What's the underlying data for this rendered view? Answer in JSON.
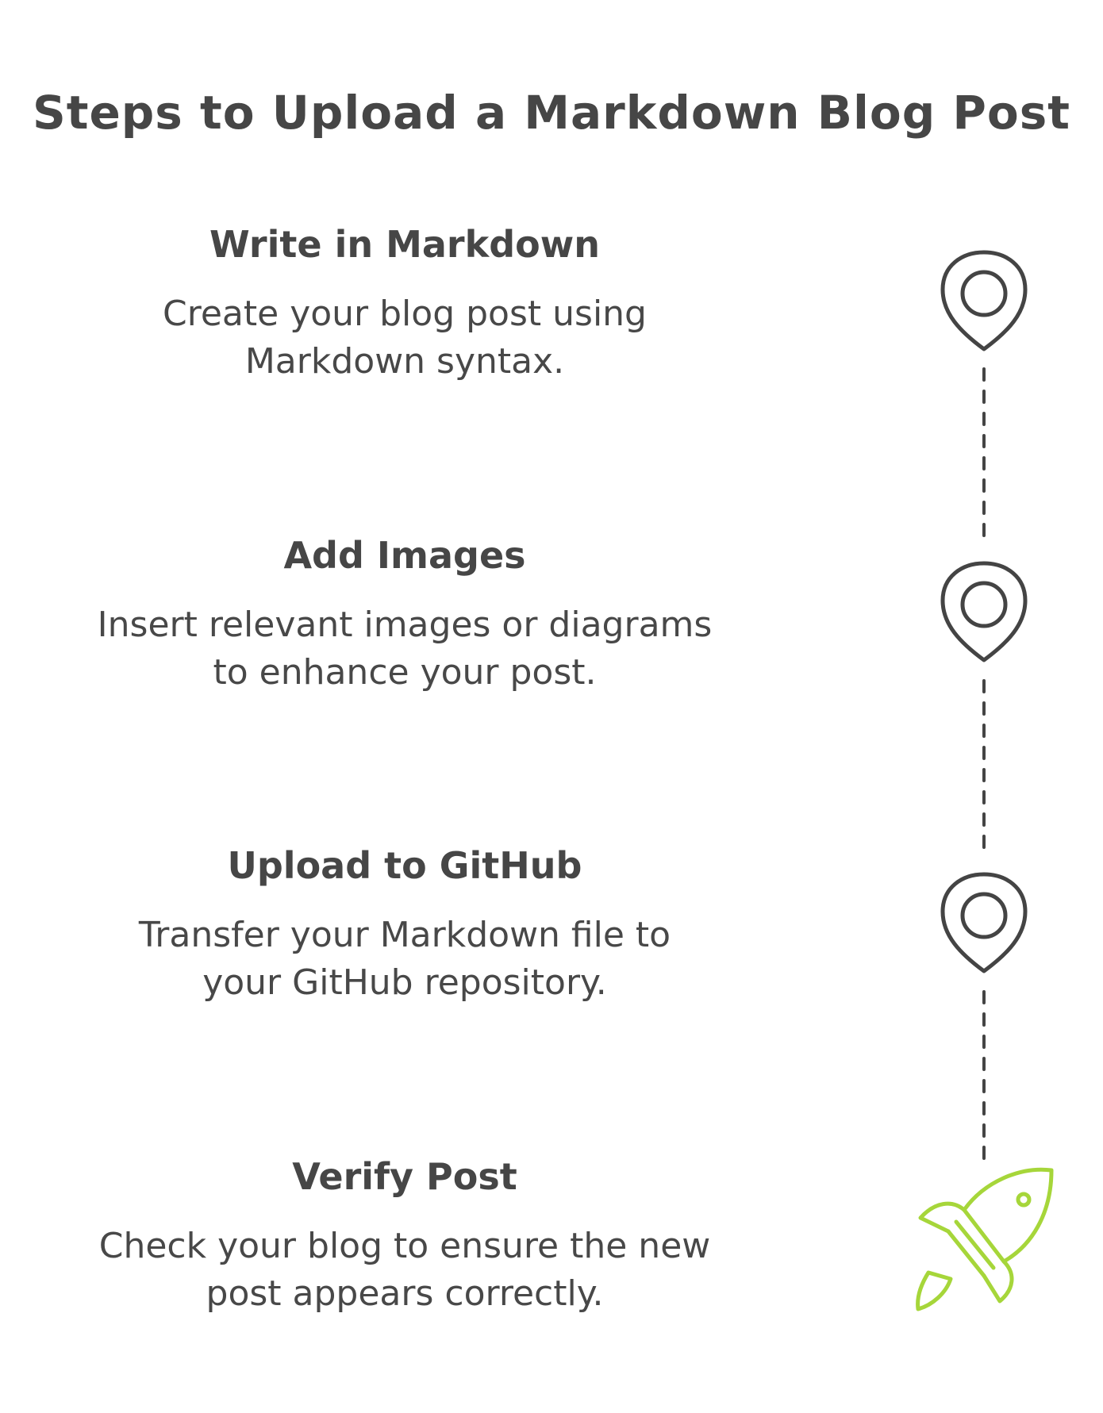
{
  "title": "Steps to Upload a Markdown Blog Post",
  "steps": [
    {
      "heading": "Write in Markdown",
      "description_line1": "Create your blog post using",
      "description_line2": "Markdown syntax.",
      "icon": "map-pin-icon"
    },
    {
      "heading": "Add Images",
      "description_line1": "Insert relevant images or diagrams",
      "description_line2": "to enhance your post.",
      "icon": "map-pin-icon"
    },
    {
      "heading": "Upload to GitHub",
      "description_line1": "Transfer your Markdown file to",
      "description_line2": "your GitHub repository.",
      "icon": "map-pin-icon"
    },
    {
      "heading": "Verify Post",
      "description_line1": "Check your blog to ensure the new",
      "description_line2": "post appears correctly.",
      "icon": "rocket-icon"
    }
  ],
  "colors": {
    "text": "#464646",
    "pin_stroke": "#444444",
    "rocket_stroke": "#a6d63a"
  }
}
